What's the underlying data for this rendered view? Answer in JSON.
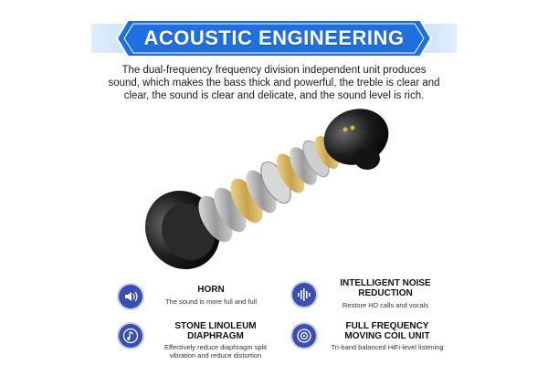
{
  "banner": {
    "title": "ACOUSTIC ENGINEERING",
    "colors": {
      "primary": "#1f6fe0",
      "light": "#7fb3f5",
      "border": "#ffffff"
    }
  },
  "intro": {
    "line1": "The dual-frequency frequency division independent unit produces",
    "line2": "sound, which makes the bass thick and powerful, the treble is clear and",
    "line3": "clear, the sound is clear and delicate, and the sound level is rich."
  },
  "features": [
    {
      "icon": "speaker-icon",
      "title": "HORN",
      "title2": "",
      "desc": "The sound is more full and full",
      "desc2": ""
    },
    {
      "icon": "sound-wave-icon",
      "title": "INTELLIGENT NOISE",
      "title2": "REDUCTION",
      "desc": "Restore HD calls and vocals",
      "desc2": ""
    },
    {
      "icon": "music-note-icon",
      "title": "STONE LINOLEUM",
      "title2": "DIAPHRAGM",
      "desc": "Effectively reduce diaphragm split",
      "desc2": "vibration and reduce distortion"
    },
    {
      "icon": "speaker-coil-icon",
      "title": "FULL FREQUENCY",
      "title2": "MOVING COIL UNIT",
      "desc": "Tri-band balanced HiFi-level listening",
      "desc2": ""
    }
  ],
  "accent": "#3a4fb0"
}
